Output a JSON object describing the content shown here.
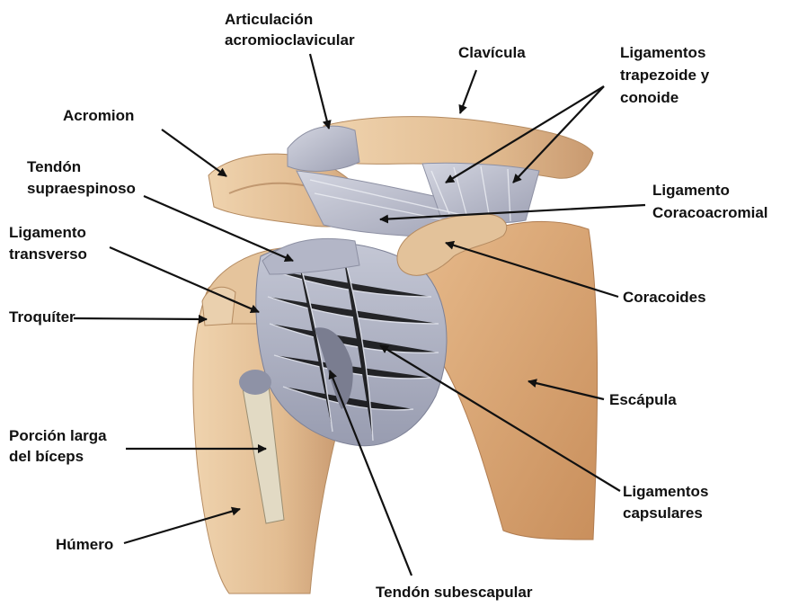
{
  "labels": {
    "articulacion_1": "Articulación",
    "articulacion_2": "acromioclavicular",
    "clavicula": "Clavícula",
    "lig_trap_1": "Ligamentos",
    "lig_trap_2": "trapezoide y",
    "lig_trap_3": "conoide",
    "acromion": "Acromion",
    "supra_1": "Tendón",
    "supra_2": "supraespinoso",
    "lig_coraco_1": "Ligamento",
    "lig_coraco_2": "Coracoacromial",
    "transverso_1": "Ligamento",
    "transverso_2": "transverso",
    "coracoides": "Coracoides",
    "troquiter": "Troquíter",
    "escapula": "Escápula",
    "biceps_1": "Porción larga",
    "biceps_2": "del bíceps",
    "capsulares_1": "Ligamentos",
    "capsulares_2": "capsulares",
    "humero": "Húmero",
    "subescapular": "Tendón subescapular"
  },
  "colors": {
    "bone": "#E9C9A2",
    "bone_shadow": "#C99A70",
    "ligament": "#B9BCCB",
    "ligament_dark": "#8D90A3",
    "capsule": "#A9ADBE",
    "scapula": "#D9A677"
  }
}
